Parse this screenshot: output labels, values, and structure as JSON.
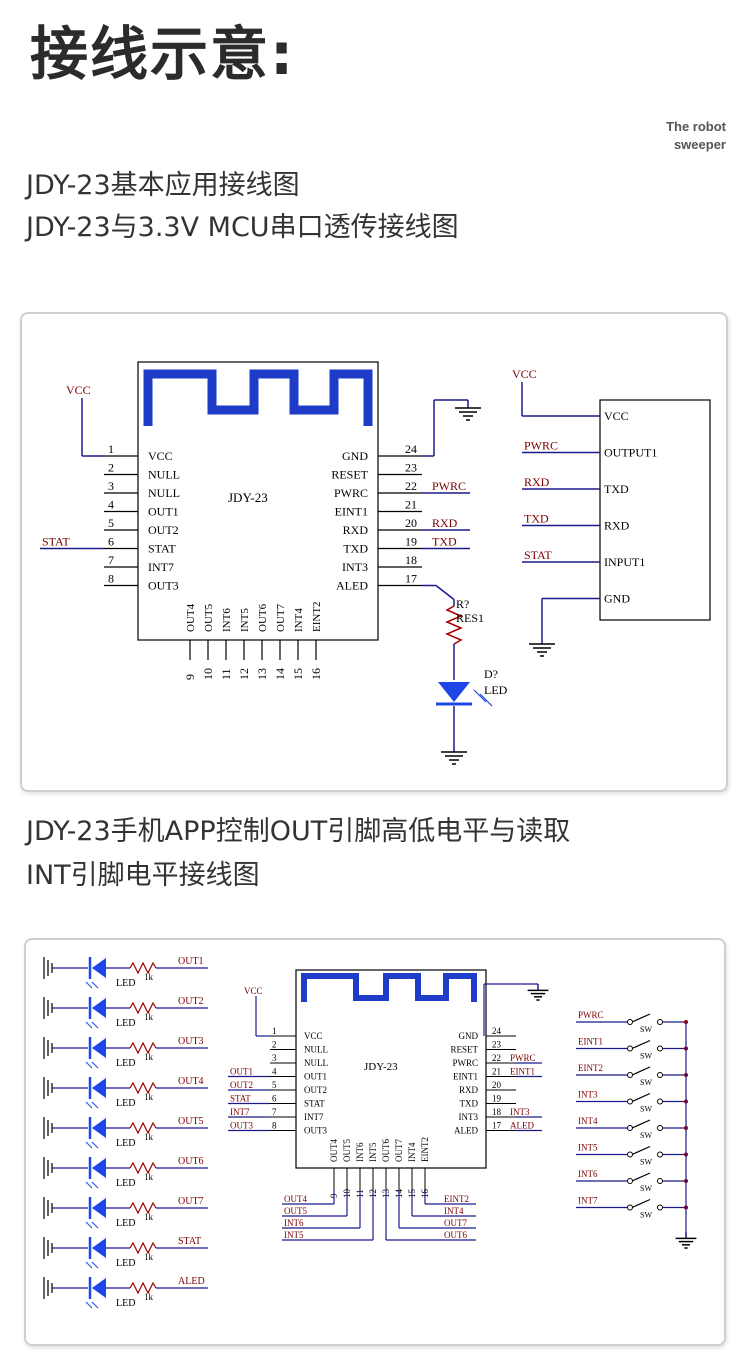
{
  "page": {
    "title": "接线示意:",
    "tag_line1": "The robot",
    "tag_line2": "sweeper",
    "section1_line1": "JDY-23基本应用接线图",
    "section1_line2": "JDY-23与3.3V MCU串口透传接线图",
    "section2_line1": "JDY-23手机APP控制OUT引脚高低电平与读取",
    "section2_line2": "INT引脚电平接线图"
  },
  "colors": {
    "wire": "#1a1a8c",
    "pin": "#000000",
    "antenna": "#1e3cc8",
    "led": "#1e46e6",
    "net_label": "#7a0000",
    "part": "#a00000"
  },
  "diagram1": {
    "chip_name": "JDY-23",
    "vcc_label": "VCC",
    "stat_net": "STAT",
    "left_pins": [
      {
        "num": "1",
        "name": "VCC"
      },
      {
        "num": "2",
        "name": "NULL"
      },
      {
        "num": "3",
        "name": "NULL"
      },
      {
        "num": "4",
        "name": "OUT1"
      },
      {
        "num": "5",
        "name": "OUT2"
      },
      {
        "num": "6",
        "name": "STAT"
      },
      {
        "num": "7",
        "name": "INT7"
      },
      {
        "num": "8",
        "name": "OUT3"
      }
    ],
    "right_pins": [
      {
        "num": "24",
        "name": "GND",
        "net": ""
      },
      {
        "num": "23",
        "name": "RESET",
        "net": ""
      },
      {
        "num": "22",
        "name": "PWRC",
        "net": "PWRC"
      },
      {
        "num": "21",
        "name": "EINT1",
        "net": ""
      },
      {
        "num": "20",
        "name": "RXD",
        "net": "RXD"
      },
      {
        "num": "19",
        "name": "TXD",
        "net": "TXD"
      },
      {
        "num": "18",
        "name": "INT3",
        "net": ""
      },
      {
        "num": "17",
        "name": "ALED",
        "net": ""
      }
    ],
    "bottom_pins": [
      {
        "num": "9",
        "name": "OUT4"
      },
      {
        "num": "10",
        "name": "OUT5"
      },
      {
        "num": "11",
        "name": "INT6"
      },
      {
        "num": "12",
        "name": "INT5"
      },
      {
        "num": "13",
        "name": "OUT6"
      },
      {
        "num": "14",
        "name": "OUT7"
      },
      {
        "num": "15",
        "name": "INT4"
      },
      {
        "num": "16",
        "name": "EINT2"
      }
    ],
    "resistor_ref": "R?",
    "resistor_name": "RES1",
    "led_ref": "D?",
    "led_name": "LED",
    "mcu_vcc": "VCC",
    "mcu_pins": [
      {
        "net": "",
        "name": "VCC"
      },
      {
        "net": "PWRC",
        "name": "OUTPUT1"
      },
      {
        "net": "RXD",
        "name": "TXD"
      },
      {
        "net": "TXD",
        "name": "RXD"
      },
      {
        "net": "STAT",
        "name": "INPUT1"
      },
      {
        "net": "",
        "name": "GND"
      }
    ]
  },
  "diagram2": {
    "chip_name": "JDY-23",
    "vcc_label": "VCC",
    "led_label": "LED",
    "res_label": "1k",
    "sw_label": "SW",
    "leds": [
      "OUT1",
      "OUT2",
      "OUT3",
      "OUT4",
      "OUT5",
      "OUT6",
      "OUT7",
      "STAT",
      "ALED"
    ],
    "left_pins": [
      {
        "num": "1",
        "name": "VCC",
        "net": ""
      },
      {
        "num": "2",
        "name": "NULL",
        "net": ""
      },
      {
        "num": "3",
        "name": "NULL",
        "net": ""
      },
      {
        "num": "4",
        "name": "OUT1",
        "net": "OUT1"
      },
      {
        "num": "5",
        "name": "OUT2",
        "net": "OUT2"
      },
      {
        "num": "6",
        "name": "STAT",
        "net": "STAT"
      },
      {
        "num": "7",
        "name": "INT7",
        "net": "INT7"
      },
      {
        "num": "8",
        "name": "OUT3",
        "net": "OUT3"
      }
    ],
    "right_pins": [
      {
        "num": "24",
        "name": "GND",
        "net": ""
      },
      {
        "num": "23",
        "name": "RESET",
        "net": ""
      },
      {
        "num": "22",
        "name": "PWRC",
        "net": "PWRC"
      },
      {
        "num": "21",
        "name": "EINT1",
        "net": "EINT1"
      },
      {
        "num": "20",
        "name": "RXD",
        "net": ""
      },
      {
        "num": "19",
        "name": "TXD",
        "net": ""
      },
      {
        "num": "18",
        "name": "INT3",
        "net": "INT3"
      },
      {
        "num": "17",
        "name": "ALED",
        "net": "ALED"
      }
    ],
    "bottom_pins": [
      {
        "num": "9",
        "name": "OUT4"
      },
      {
        "num": "10",
        "name": "OUT5"
      },
      {
        "num": "11",
        "name": "INT6"
      },
      {
        "num": "12",
        "name": "INT5"
      },
      {
        "num": "13",
        "name": "OUT6"
      },
      {
        "num": "14",
        "name": "OUT7"
      },
      {
        "num": "15",
        "name": "INT4"
      },
      {
        "num": "16",
        "name": "EINT2"
      }
    ],
    "bottom_left_nets": [
      "OUT4",
      "OUT5",
      "INT6",
      "INT5"
    ],
    "bottom_right_nets": [
      "EINT2",
      "INT4",
      "OUT7",
      "OUT6"
    ],
    "switches": [
      "PWRC",
      "EINT1",
      "EINT2",
      "INT3",
      "INT4",
      "INT5",
      "INT6",
      "INT7"
    ]
  }
}
